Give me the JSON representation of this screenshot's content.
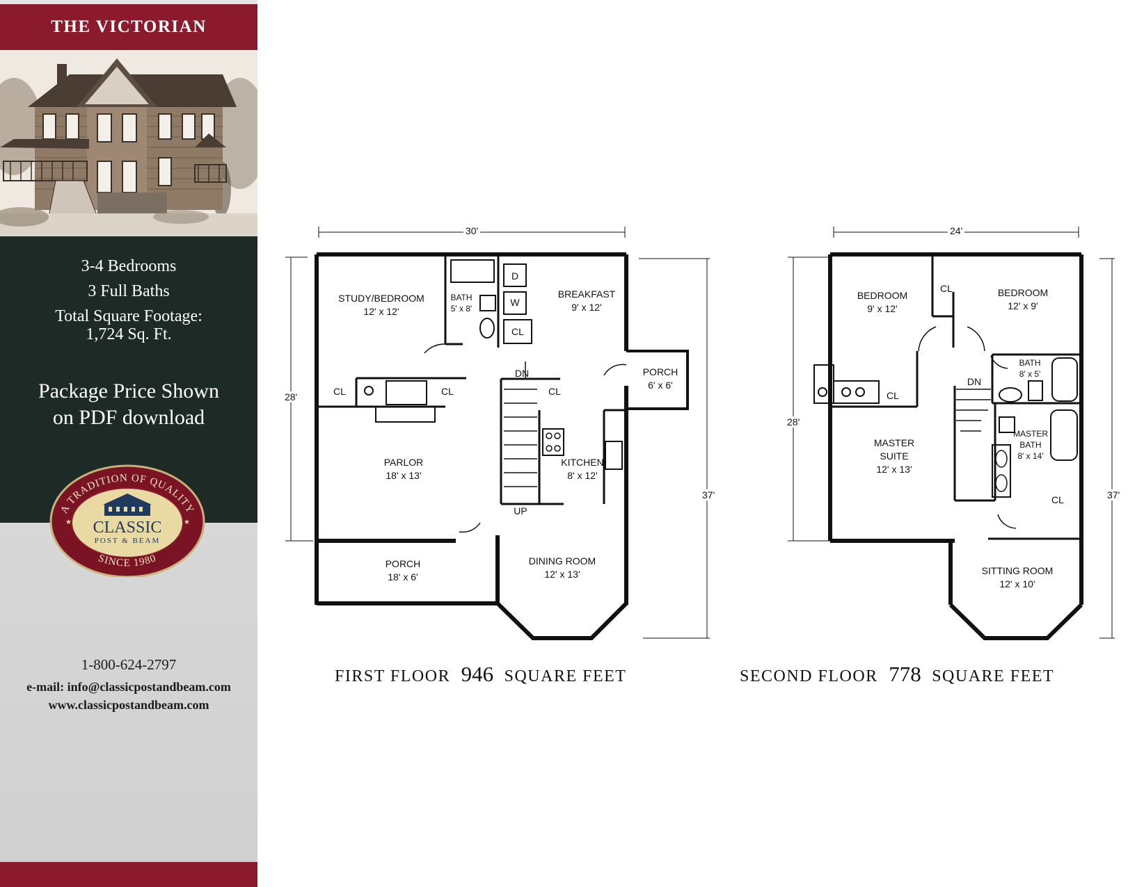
{
  "sidebar": {
    "title": "THE VICTORIAN",
    "specs": {
      "bedrooms": "3-4 Bedrooms",
      "baths": "3 Full Baths",
      "footage_label": "Total Square Footage:",
      "footage_value": "1,724 Sq. Ft."
    },
    "price_note": {
      "line1": "Package Price Shown",
      "line2": "on PDF download"
    },
    "logo": {
      "top_arc": "A TRADITION OF QUALITY",
      "name": "CLASSIC",
      "subname": "POST & BEAM",
      "since": "SINCE 1980"
    },
    "contact": {
      "phone": "1-800-624-2797",
      "email": "e-mail: info@classicpostandbeam.com",
      "website": "www.classicpostandbeam.com"
    }
  },
  "first_floor": {
    "caption_prefix": "FIRST FLOOR",
    "caption_number": "946",
    "caption_suffix": "SQUARE FEET",
    "dims": {
      "width": "30'",
      "depth": "28'",
      "total_depth": "37'"
    },
    "rooms": {
      "study": {
        "name": "STUDY/BEDROOM",
        "size": "12' x 12'"
      },
      "bath": {
        "name": "BATH",
        "size": "5' x 8'"
      },
      "breakfast": {
        "name": "BREAKFAST",
        "size": "9' x 12'"
      },
      "porch_side": {
        "name": "PORCH",
        "size": "6' x 6'"
      },
      "parlor": {
        "name": "PARLOR",
        "size": "18' x 13'"
      },
      "kitchen": {
        "name": "KITCHEN",
        "size": "8' x 12'"
      },
      "porch_front": {
        "name": "PORCH",
        "size": "18' x 6'"
      },
      "dining": {
        "name": "DINING ROOM",
        "size": "12' x 13'"
      }
    },
    "marks": {
      "dryer": "D",
      "washer": "W",
      "cl_laundry": "CL",
      "cl_left": "CL",
      "cl_mid": "CL",
      "cl_stair": "CL",
      "dn": "DN",
      "up": "UP"
    }
  },
  "second_floor": {
    "caption_prefix": "SECOND FLOOR",
    "caption_number": "778",
    "caption_suffix": "SQUARE FEET",
    "dims": {
      "width": "24'",
      "depth": "28'",
      "total_depth": "37'"
    },
    "rooms": {
      "bedroom_left": {
        "name": "BEDROOM",
        "size": "9' x 12'"
      },
      "bedroom_right": {
        "name": "BEDROOM",
        "size": "12' x 9'"
      },
      "bath": {
        "name": "BATH",
        "size": "8' x 5'"
      },
      "master_suite": {
        "name1": "MASTER",
        "name2": "SUITE",
        "size": "12' x 13'"
      },
      "master_bath": {
        "name1": "MASTER",
        "name2": "BATH",
        "size": "8' x 14'"
      },
      "sitting": {
        "name": "SITTING ROOM",
        "size": "12' x 10'"
      }
    },
    "marks": {
      "cl_top": "CL",
      "cl_left": "CL",
      "cl_right": "CL",
      "dn": "DN"
    }
  },
  "colors": {
    "brand_red": "#8b1a2c",
    "panel_dark": "#1d2a26",
    "logo_gold": "#e9d9a3"
  }
}
